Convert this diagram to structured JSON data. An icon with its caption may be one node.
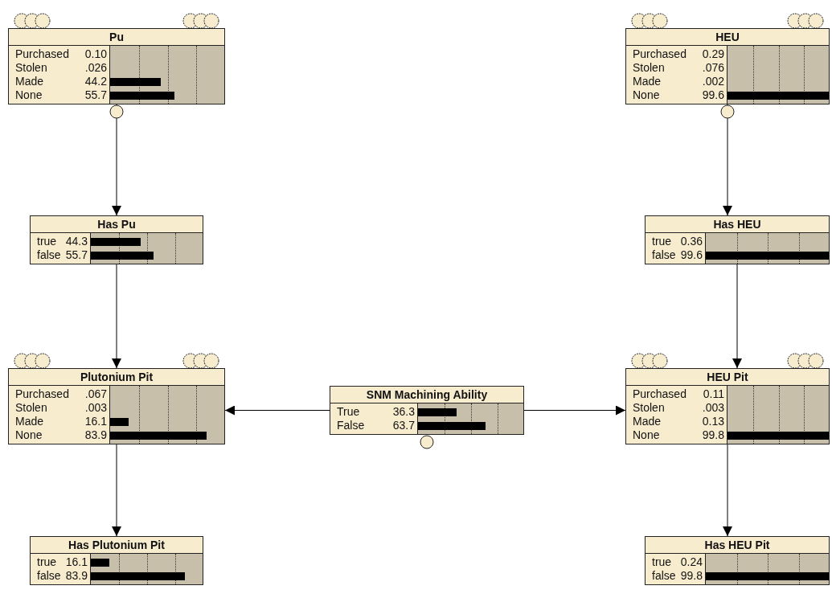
{
  "diagram": {
    "nodes": [
      {
        "text": [
          "Pu",
          "Purchased",
          "0.10",
          "Stolen",
          ".026",
          "Made",
          "44.2",
          "None",
          "55.7"
        ]
      },
      {
        "text": [
          "HEU",
          "Purchased",
          "0.29",
          "Stolen",
          ".076",
          "Made",
          ".002",
          "None",
          "99.6"
        ]
      },
      {
        "text": [
          "Has Pu",
          "true",
          "44.3",
          "false",
          "55.7"
        ]
      },
      {
        "text": [
          "Has HEU",
          "true",
          "0.36",
          "false",
          "99.6"
        ]
      },
      {
        "text": [
          "Plutonium Pit",
          "Purchased",
          ".067",
          "Stolen",
          ".003",
          "Made",
          "16.1",
          "None",
          "83.9"
        ]
      },
      {
        "text": [
          "SNM Machining Ability",
          "True",
          "36.3",
          "False",
          "63.7"
        ]
      },
      {
        "text": [
          "HEU Pit",
          "Purchased",
          "0.11",
          "Stolen",
          ".003",
          "Made",
          "0.13",
          "None",
          "99.8"
        ]
      },
      {
        "text": [
          "Has Plutonium Pit",
          "true",
          "16.1",
          "false",
          "83.9"
        ]
      },
      {
        "text": [
          "Has HEU Pit",
          "true",
          "0.24",
          "false",
          "99.8"
        ]
      }
    ],
    "edges": [
      {
        "from": 0,
        "to": 2,
        "arrow": "to"
      },
      {
        "from": 1,
        "to": 3,
        "arrow": "to"
      },
      {
        "from": 2,
        "to": 4,
        "arrow": "to"
      },
      {
        "from": 3,
        "to": 6,
        "arrow": "to"
      },
      {
        "from": 5,
        "to": 4,
        "arrow": "to"
      },
      {
        "from": 5,
        "to": 6,
        "arrow": "to"
      },
      {
        "from": 4,
        "to": 7,
        "arrow": "to"
      },
      {
        "from": 6,
        "to": 8,
        "arrow": "to"
      }
    ]
  }
}
